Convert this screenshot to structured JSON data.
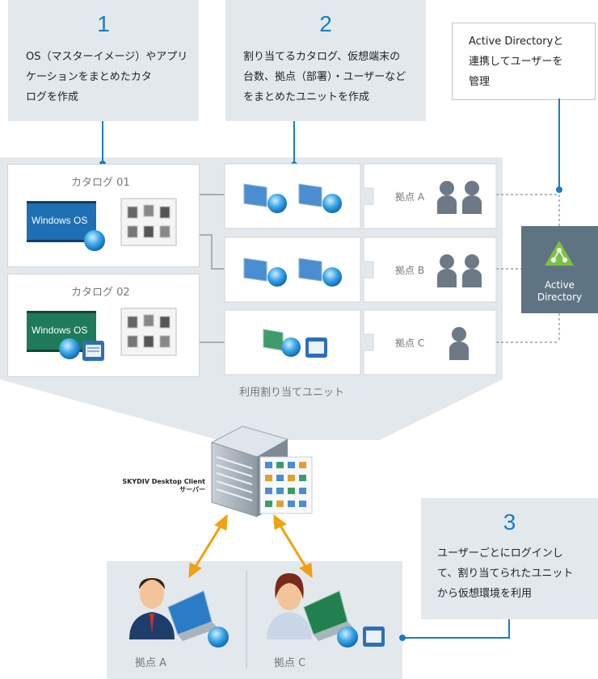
{
  "steps": [
    {
      "number": "1",
      "text_lines": [
        "OS（マスターイメージ）やアプリ",
        "ケーションをまとめたカタ",
        "ログを作成"
      ]
    },
    {
      "number": "2",
      "text_lines": [
        "割り当てるカタログ、仮想端末の",
        "台数、拠点（部署）・ユーザーなど",
        "をまとめたユニットを作成"
      ]
    },
    {
      "number": "3",
      "text_lines": [
        "ユーザーごとにログインし",
        "て、割り当てられたユニット",
        "から仮想環境を利用"
      ]
    }
  ],
  "ad_note": {
    "text_lines": [
      "Active Directoryと",
      "連携してユーザーを",
      "管理"
    ]
  },
  "catalogs": [
    {
      "title": "カタログ 01",
      "os_label": "Windows OS",
      "os_color": "#1f6fb5"
    },
    {
      "title": "カタログ 02",
      "os_label": "Windows OS",
      "os_color": "#1e7a5a"
    }
  ],
  "units": [
    {
      "site": "拠点 A",
      "users": 2
    },
    {
      "site": "拠点 B",
      "users": 2
    },
    {
      "site": "拠点 C",
      "users": 1
    }
  ],
  "unit_caption": "利用割り当てユニット",
  "ad_box": {
    "label_line1": "Active",
    "label_line2": "Directory",
    "color": "#5f7483"
  },
  "server": {
    "label_line1": "SKYDIV Desktop Client",
    "label_line2": "サーバー"
  },
  "bottom_sites": [
    {
      "label": "拠点 A"
    },
    {
      "label": "拠点 C"
    }
  ],
  "colors": {
    "accent_blue": "#1a7cc1",
    "arrow_orange": "#f0a010",
    "panel_gray": "#e3e8ed"
  }
}
